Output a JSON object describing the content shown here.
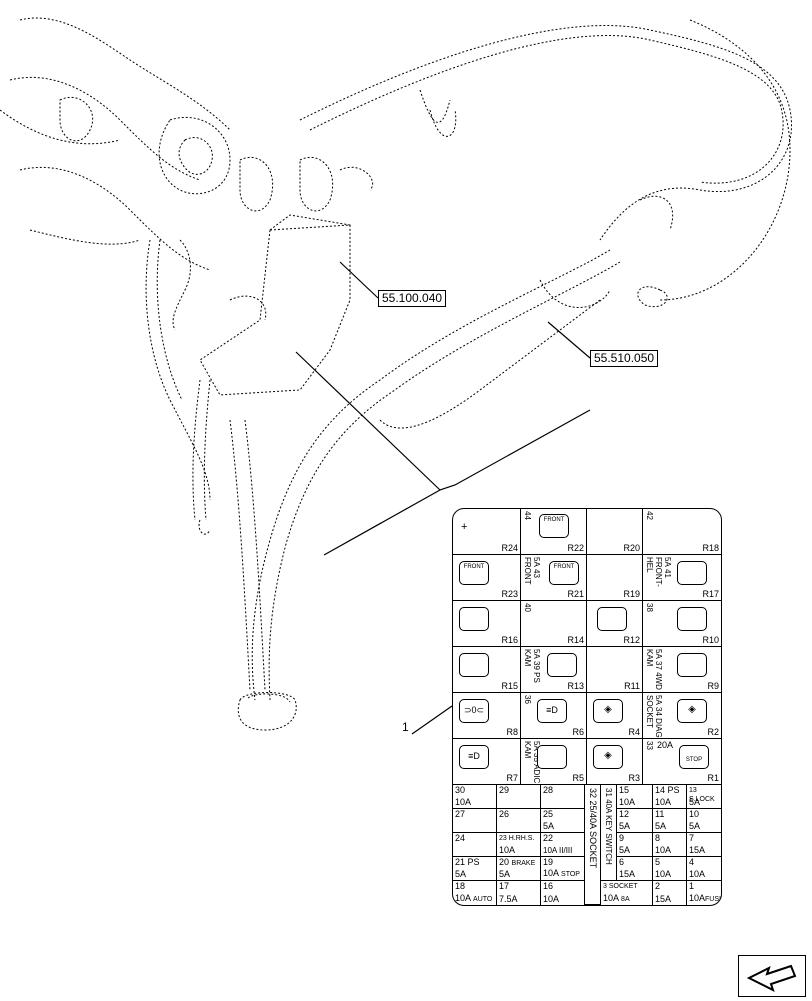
{
  "callouts": {
    "top_box": "55.100.040",
    "harness": "55.510.050",
    "panel_ref": "1"
  },
  "relays": {
    "r1": "R1",
    "r2": "R2",
    "r3": "R3",
    "r4": "R4",
    "r5": "R5",
    "r6": "R6",
    "r7": "R7",
    "r8": "R8",
    "r9": "R9",
    "r10": "R10",
    "r11": "R11",
    "r12": "R12",
    "r13": "R13",
    "r14": "R14",
    "r15": "R15",
    "r16": "R16",
    "r17": "R17",
    "r18": "R18",
    "r19": "R19",
    "r20": "R20",
    "r21": "R21",
    "r22": "R22",
    "r23": "R23",
    "r24": "R24"
  },
  "slots": {
    "s44": "44",
    "s42": "42",
    "s43": "43",
    "s43_label": "FRONT",
    "s43_amp": "5A",
    "s41": "41",
    "s41_label": "FRONT-HEL",
    "s41_amp": "5A",
    "s40": "40",
    "s38": "38",
    "s39": "39",
    "s39_label": "PS KAM",
    "s39_amp": "5A",
    "s37": "37",
    "s37_label": "4WD KAM",
    "s37_amp": "5A",
    "s36": "36",
    "s34": "34",
    "s34_label": "DIAG SOCKET",
    "s34_amp": "5A",
    "s35": "35",
    "s35_label": "ADIC KAM",
    "s35_amp": "5A",
    "s33": "33",
    "s33_amp": "20A",
    "front": "FRONT",
    "stop": "STOP",
    "plus": "+"
  },
  "fuses": {
    "f30": "30",
    "f30_amp": "10A",
    "f29": "29",
    "f28": "28",
    "f32": "32",
    "f32_label": "25/40A SOCKET",
    "f31": "31",
    "f31_label": "40A KEY SWITCH",
    "f15": "15",
    "f15_amp": "10A",
    "f14": "14",
    "f14_label": "PS",
    "f14_amp": "10A",
    "f13": "13",
    "f13_label": "S.LOCK",
    "f13_amp": "5A",
    "f27": "27",
    "f26": "26",
    "f25": "25",
    "f25_amp": "5A",
    "f12": "12",
    "f12_amp": "5A",
    "f11": "11",
    "f11_amp": "5A",
    "f10": "10",
    "f10_amp": "5A",
    "f24": "24",
    "f23": "23",
    "f23_label": "H.RH.S.",
    "f23_amp": "10A",
    "f22": "22",
    "f22_label": "II/III",
    "f22_amp": "10A",
    "f9": "9",
    "f9_amp": "5A",
    "f8": "8",
    "f8_amp": "10A",
    "f7": "7",
    "f7_amp": "15A",
    "f21": "21",
    "f21_label": "PS",
    "f21_amp": "5A",
    "f20": "20",
    "f20_label": "BRAKE",
    "f20_amp": "5A",
    "f19": "19",
    "f19_label": "STOP",
    "f19_amp": "10A",
    "f6": "6",
    "f6_amp": "15A",
    "f5": "5",
    "f5_amp": "10A",
    "f4": "4",
    "f4_amp": "10A",
    "f18": "18",
    "f18_label": "AUTO",
    "f18_amp": "10A",
    "f17": "17",
    "f17_amp": "7.5A",
    "f16": "16",
    "f16_amp": "10A",
    "f3": "3",
    "f3_label": "SOCKET",
    "f3_sub": "8A",
    "f3_amp": "10A",
    "f2": "2",
    "f2_amp": "15A",
    "f1": "1",
    "f1_label": "FUSI",
    "f1_amp": "10A"
  }
}
